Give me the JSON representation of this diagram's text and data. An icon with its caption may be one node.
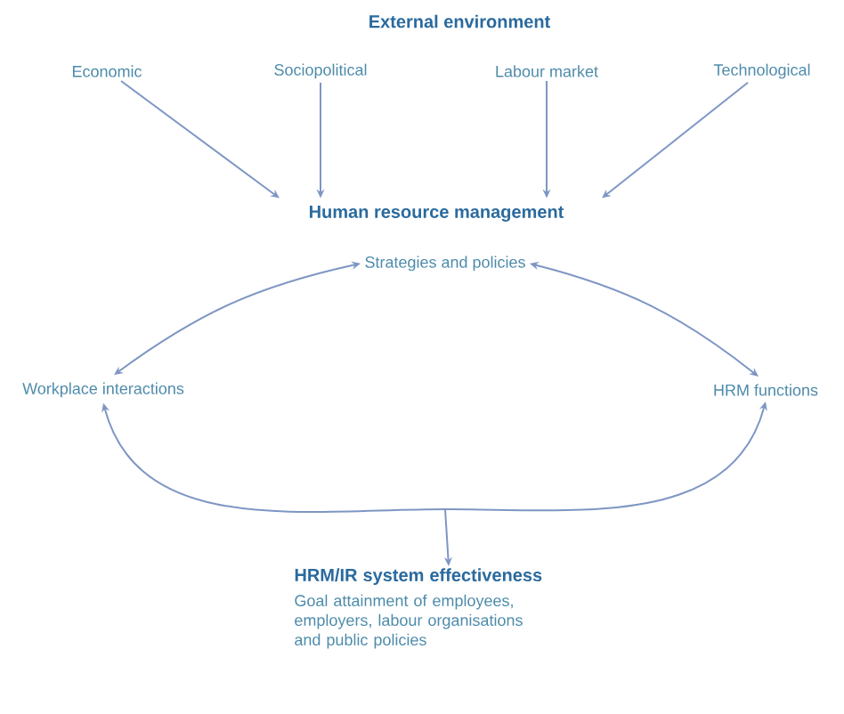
{
  "diagram": {
    "title": "External environment",
    "nodes": [
      {
        "text": [
          "Economic"
        ]
      },
      {
        "text": [
          "Sociopolitical"
        ]
      },
      {
        "text": [
          "Labour market"
        ]
      },
      {
        "text": [
          "Technological"
        ]
      },
      {
        "text": [
          "Human resource management"
        ]
      },
      {
        "text": [
          "Strategies and policies"
        ]
      },
      {
        "text": [
          "Workplace interactions"
        ]
      },
      {
        "text": [
          "HRM functions"
        ]
      },
      {
        "text": [
          "HRM/IR system effectiveness",
          "Goal attainment of employees, employers, labour organisations and public policies"
        ]
      }
    ],
    "edges": [
      {
        "from": 0,
        "to": 4,
        "arrow": "to"
      },
      {
        "from": 1,
        "to": 4,
        "arrow": "to"
      },
      {
        "from": 2,
        "to": 4,
        "arrow": "to"
      },
      {
        "from": 3,
        "to": 4,
        "arrow": "to"
      },
      {
        "from": 5,
        "to": 6,
        "arrow": "both"
      },
      {
        "from": 5,
        "to": 7,
        "arrow": "both"
      },
      {
        "from": 6,
        "to": 7,
        "arrow": "both"
      },
      {
        "from": null,
        "to": 8,
        "arrow": "to"
      }
    ]
  }
}
